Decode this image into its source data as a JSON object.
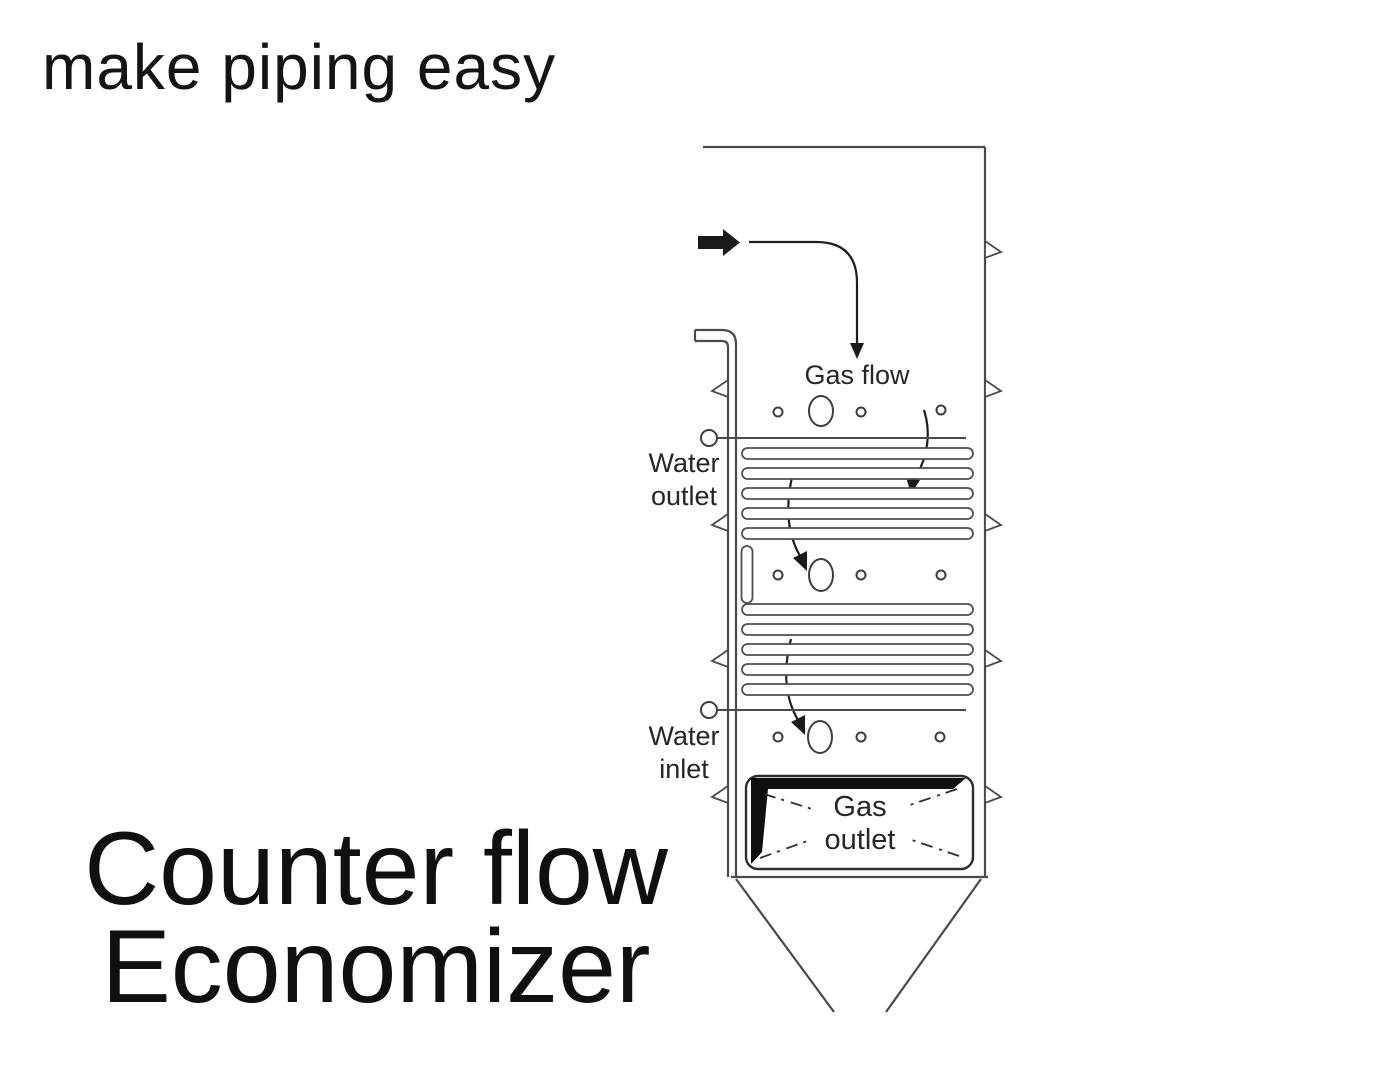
{
  "title": {
    "tagline": "make piping easy",
    "heading_line1": "Counter flow",
    "heading_line2": "Economizer"
  },
  "diagram": {
    "labels": {
      "gas_flow": "Gas flow",
      "water_outlet_line1": "Water",
      "water_outlet_line2": "outlet",
      "water_inlet_line1": "Water",
      "water_inlet_line2": "inlet",
      "gas_outlet_line1": "Gas",
      "gas_outlet_line2": "outlet"
    },
    "colors": {
      "background": "#ffffff",
      "text_ink": "#141414",
      "line_ink": "#4a4a4a",
      "arrow_ink": "#1a1a1a"
    }
  }
}
